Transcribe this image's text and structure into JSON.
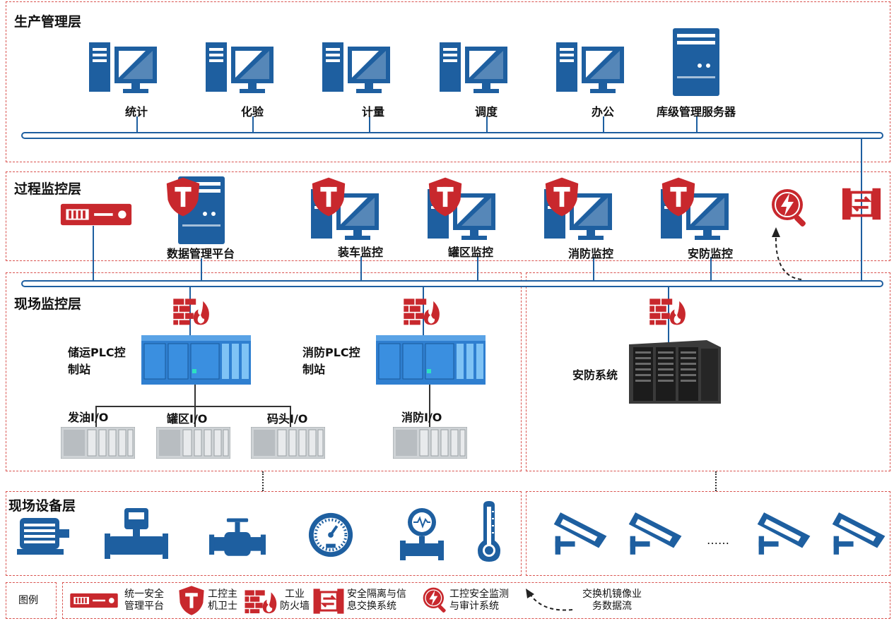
{
  "layers": {
    "production": "生产管理层",
    "process": "过程监控层",
    "field_monitor": "现场监控层",
    "field_equipment": "现场设备层"
  },
  "production_nodes": [
    "统计",
    "化验",
    "计量",
    "调度",
    "办公",
    "库级管理服务器"
  ],
  "process_nodes": [
    "数据管理平台",
    "装车监控",
    "罐区监控",
    "消防监控",
    "安防监控"
  ],
  "field": {
    "plc1_label": "储运PLC控\n制站",
    "plc2_label": "消防PLC控\n制站",
    "io_labels": [
      "发油I/O",
      "罐区I/O",
      "码头I/O",
      "消防I/O"
    ],
    "security_system": "安防系统"
  },
  "equipment": {
    "ellipsis": "……"
  },
  "legend": {
    "title": "图例",
    "items": [
      "统一安全\n管理平台",
      "工控主\n机卫士",
      "工业\n防火墙",
      "安全隔离与信\n息交换系统",
      "工控安全监测\n与审计系统",
      "交换机镜像业\n务数据流"
    ]
  },
  "colors": {
    "blue": "#1e5fa0",
    "red": "#c8282d",
    "zone_border": "#d9534f"
  },
  "icons": [
    "desktop-computer-icon",
    "server-tower-icon",
    "shield-t-icon",
    "firewall-icon",
    "audit-monitor-icon",
    "isolation-gateway-icon",
    "management-platform-icon",
    "plc-rack-icon",
    "io-module-icon",
    "server-rack-icon",
    "motor-icon",
    "flowmeter-icon",
    "valve-icon",
    "pressure-gauge-icon",
    "differential-pressure-icon",
    "thermometer-icon",
    "cctv-camera-icon"
  ]
}
